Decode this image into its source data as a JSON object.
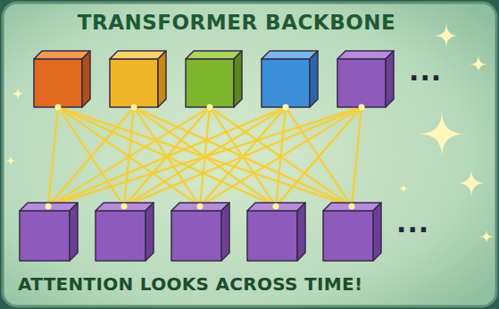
{
  "diagram": {
    "title": "TRANSFORMER BACKBONE",
    "caption": "ATTENTION LOOKS ACROSS TIME!",
    "labels": [
      "...",
      "..."
    ]
  }
}
